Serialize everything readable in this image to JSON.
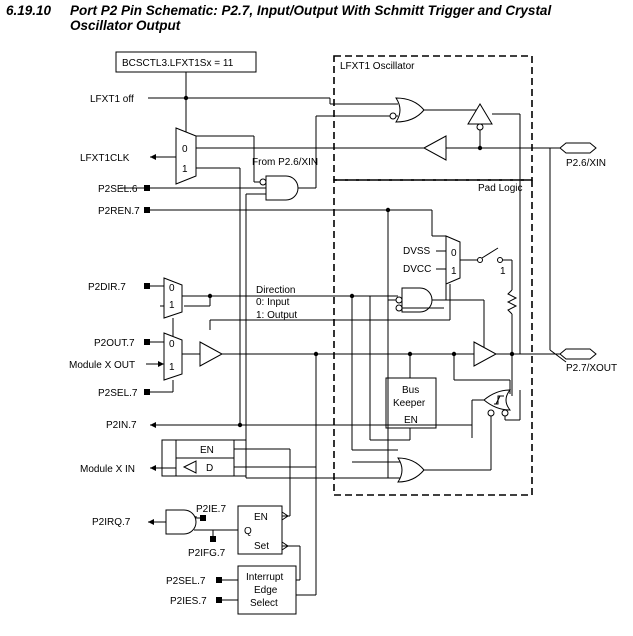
{
  "title": {
    "number": "6.19.10",
    "line1": "Port P2 Pin Schematic: P2.7, Input/Output With Schmitt Trigger and Crystal",
    "line2": "Oscillator Output"
  },
  "labels": {
    "bcsctl3": "BCSCTL3.LFXT1Sx = 11",
    "lfxt1_off": "LFXT1 off",
    "lfxt1clk": "LFXT1CLK",
    "p2sel6": "P2SEL.6",
    "p2ren7": "P2REN.7",
    "p2dir7": "P2DIR.7",
    "p2out7": "P2OUT.7",
    "module_x_out": "Module X OUT",
    "p2sel7": "P2SEL.7",
    "p2in7": "P2IN.7",
    "module_x_in": "Module X IN",
    "p2irq7": "P2IRQ.7",
    "p2ie7": "P2IE.7",
    "p2ifg7": "P2IFG.7",
    "p2sel7_b": "P2SEL.7",
    "p2ies7": "P2IES.7",
    "from_p26": "From P2.6/XIN",
    "direction": "Direction",
    "dir_input": "0: Input",
    "dir_output": "1: Output",
    "lfxt1_osc": "LFXT1 Oscillator",
    "pad_logic": "Pad Logic",
    "dvss": "DVSS",
    "dvcc": "DVCC",
    "bus_keeper_1": "Bus",
    "bus_keeper_2": "Keeper",
    "bus_keeper_en": "EN",
    "p26_xin": "P2.6/XIN",
    "p27_xout": "P2.7/XOUT",
    "mux0": "0",
    "mux1": "1",
    "sw1": "1",
    "en": "EN",
    "d": "D",
    "q": "Q",
    "set": "Set",
    "edge_1": "Interrupt",
    "edge_2": "Edge",
    "edge_3": "Select"
  }
}
